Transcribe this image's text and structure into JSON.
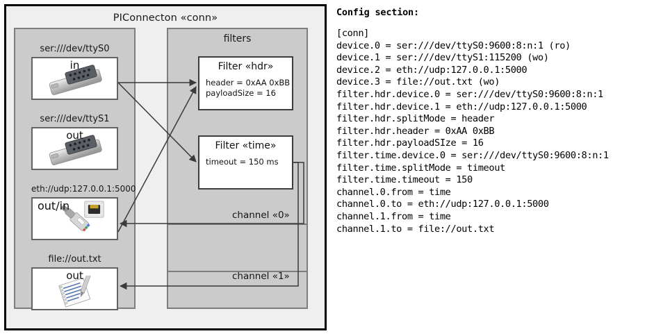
{
  "diagram": {
    "title": "PIConnecton «conn»",
    "groups": [
      {
        "name": "devices-group",
        "label": ""
      },
      {
        "name": "filters-group",
        "label": "filters"
      }
    ],
    "devices": [
      {
        "caption": "ser:///dev/ttyS0",
        "label": "in",
        "icon": "serial-port-icon"
      },
      {
        "caption": "ser:///dev/ttyS1",
        "label": "out",
        "icon": "serial-port-icon"
      },
      {
        "caption": "eth://udp:127.0.0.1:5000",
        "label": "out/in",
        "icon": "ethernet-plug-icon"
      },
      {
        "caption": "file://out.txt",
        "label": "out",
        "icon": "text-file-icon"
      }
    ],
    "filters": [
      {
        "title": "Filter «hdr»",
        "props": "header = 0xAA 0xBB\npayloadSize = 16"
      },
      {
        "title": "Filter «time»",
        "props": "timeout = 150 ms"
      }
    ],
    "channels": [
      {
        "label": "channel «0»"
      },
      {
        "label": "channel «1»"
      }
    ],
    "colors": {
      "frame": "#000000",
      "canvas": "#efefef",
      "group_fill": "#cbcbcb",
      "group_stroke": "#7d7d7d",
      "card_fill": "#ffffff",
      "card_stroke": "#3d3d3d",
      "wire": "#3a3a3a"
    }
  },
  "config": {
    "heading": "Config section:",
    "text": "[conn]\ndevice.0 = ser:///dev/ttyS0:9600:8:n:1 (ro)\ndevice.1 = ser:///dev/ttyS1:115200 (wo)\ndevice.2 = eth://udp:127.0.0.1:5000\ndevice.3 = file://out.txt (wo)\nfilter.hdr.device.0 = ser:///dev/ttyS0:9600:8:n:1\nfilter.hdr.device.1 = eth://udp:127.0.0.1:5000\nfilter.hdr.splitMode = header\nfilter.hdr.header = 0xAA 0xBB\nfilter.hdr.payloadSIze = 16\nfilter.time.device.0 = ser:///dev/ttyS0:9600:8:n:1\nfilter.time.splitMode = timeout\nfilter.time.timeout = 150\nchannel.0.from = time\nchannel.0.to = eth://udp:127.0.0.1:5000\nchannel.1.from = time\nchannel.1.to = file://out.txt"
  }
}
